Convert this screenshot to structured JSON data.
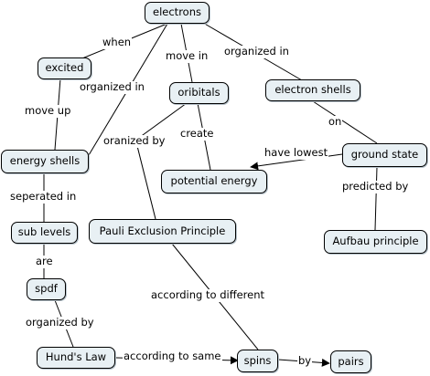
{
  "nodes": {
    "electrons": "electrons",
    "excited": "excited",
    "oribitals": "oribitals",
    "electron_shells": "electron shells",
    "energy_shells": "energy shells",
    "ground_state": "ground state",
    "potential_energy": "potential energy",
    "sub_levels": "sub levels",
    "pauli": "Pauli Exclusion Principle",
    "aufbau": "Aufbau principle",
    "spdf": "spdf",
    "hunds_law": "Hund's Law",
    "spins": "spins",
    "pairs": "pairs"
  },
  "links": {
    "when": "when",
    "organized_in_1": "organized in",
    "move_in": "move in",
    "organized_in_2": "organized in",
    "move_up": "move up",
    "oranized_by": "oranized by",
    "create": "create",
    "on": "on",
    "have_lowest": "have lowest",
    "predicted_by": "predicted by",
    "seperated_in": "seperated in",
    "are": "are",
    "according_to_different": "according to different",
    "organized_by": "organized by",
    "according_to_same": "according to same",
    "by": "by"
  },
  "colors": {
    "node_fill": "#e8f0f4",
    "line": "#000000"
  }
}
